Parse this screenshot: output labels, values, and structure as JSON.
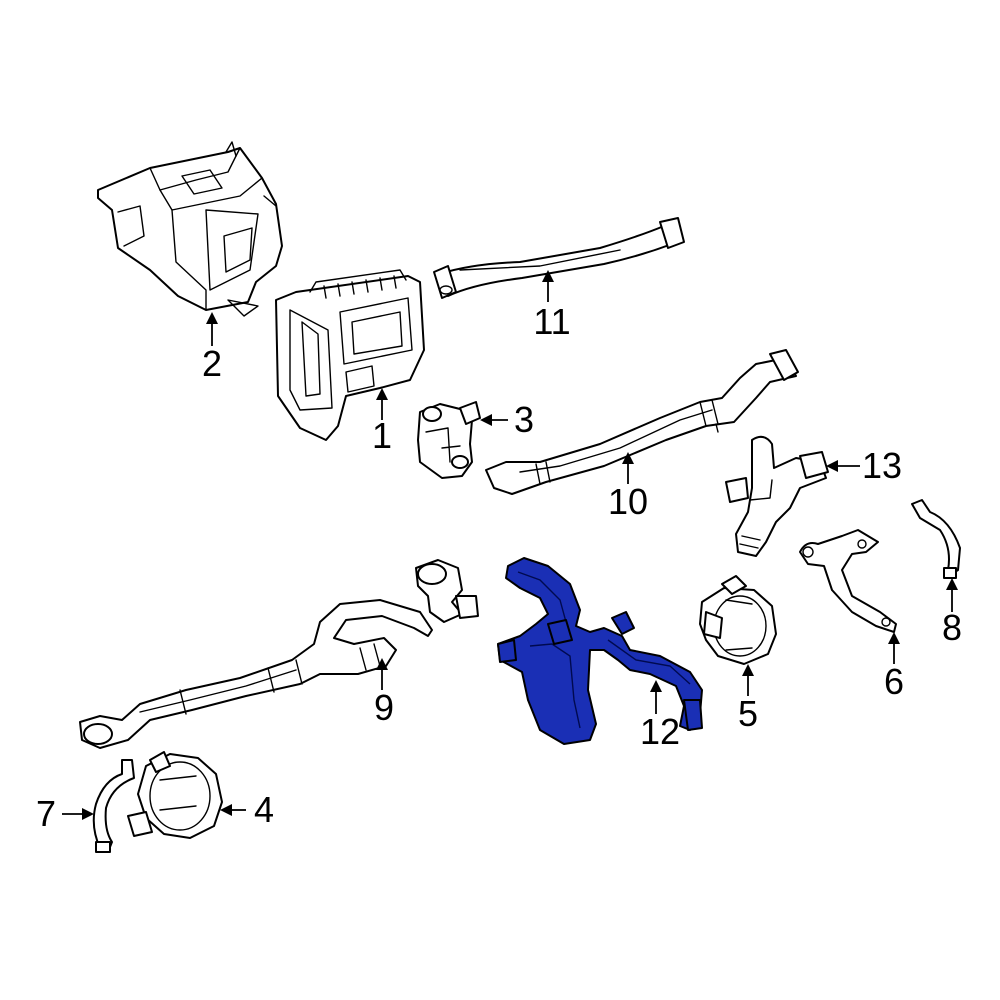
{
  "diagram": {
    "highlighted_part": "12",
    "highlight_color": "#1a2fb5",
    "callouts": {
      "c1": "1",
      "c2": "2",
      "c3": "3",
      "c4": "4",
      "c5": "5",
      "c6": "6",
      "c7": "7",
      "c8": "8",
      "c9": "9",
      "c10": "10",
      "c11": "11",
      "c12": "12",
      "c13": "13"
    }
  }
}
